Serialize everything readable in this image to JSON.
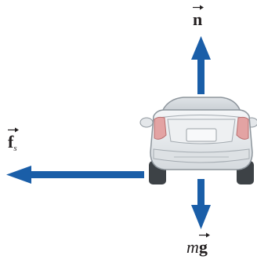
{
  "forces": {
    "normal": {
      "symbol": "n",
      "direction": "up"
    },
    "friction": {
      "symbol": "f",
      "subscript": "s",
      "direction": "left"
    },
    "weight": {
      "prefix": "m",
      "symbol": "g",
      "direction": "down"
    }
  },
  "colors": {
    "arrow": "#1a5ea8",
    "car_body": "#e9ecef",
    "car_outline": "#8d959c",
    "taillight": "#e3a3a3",
    "tire": "#3d4246",
    "text": "#231f20"
  }
}
